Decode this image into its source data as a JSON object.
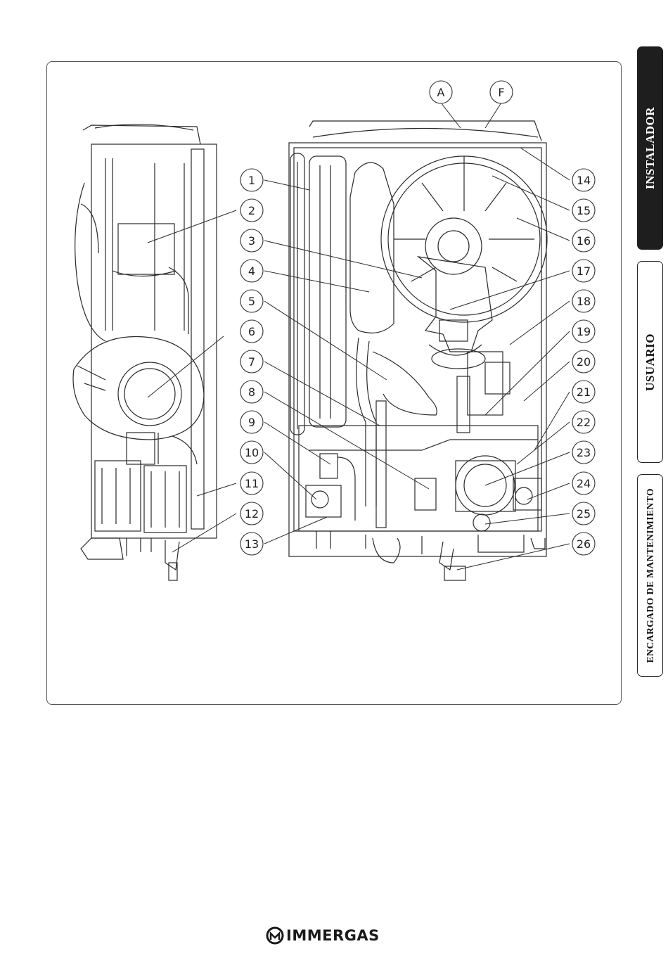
{
  "tabs": [
    {
      "label": "INSTALADOR",
      "active": true
    },
    {
      "label": "USUARIO",
      "active": false
    },
    {
      "label": "ENCARGADO DE MANTENIMIENTO",
      "active": false
    }
  ],
  "diagram": {
    "callouts": [
      "1",
      "2",
      "3",
      "4",
      "5",
      "6",
      "7",
      "8",
      "9",
      "10",
      "11",
      "12",
      "13",
      "14",
      "15",
      "16",
      "17",
      "18",
      "19",
      "20",
      "21",
      "22",
      "23",
      "24",
      "25",
      "26",
      "A",
      "F"
    ]
  },
  "brand": {
    "name": "IMMERGAS"
  },
  "colors": {
    "line": "#2a2a2a",
    "tab_active_bg": "#1e1e1e",
    "tab_active_text": "#ffffff"
  }
}
